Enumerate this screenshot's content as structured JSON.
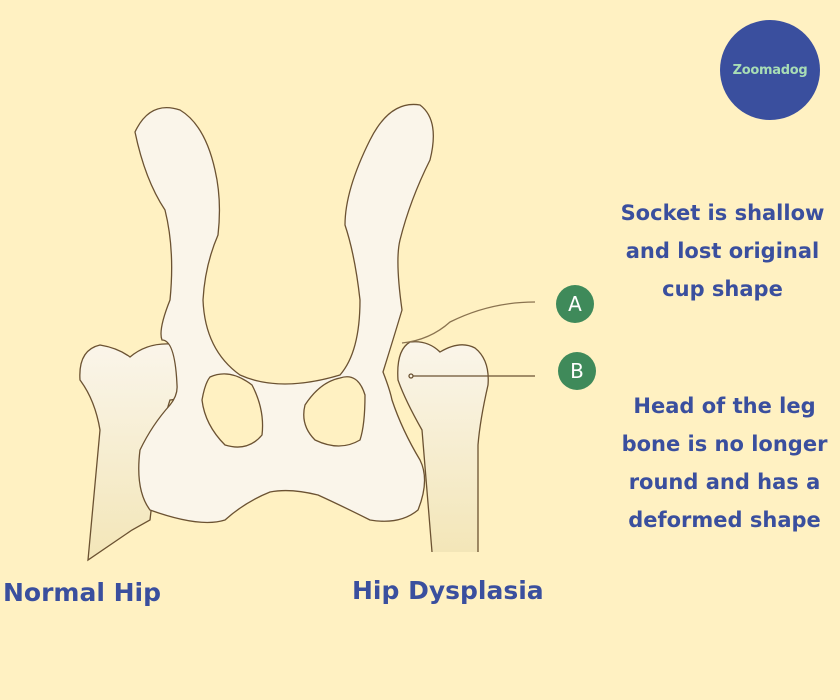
{
  "logo": {
    "text": "Zoomadog"
  },
  "labels": {
    "a": "A",
    "b": "B"
  },
  "notes": {
    "a": "Socket is shallow and lost original cup shape",
    "b": "Head of the leg bone is no longer round and has a deformed shape"
  },
  "captions": {
    "left": "Normal Hip",
    "right": "Hip Dysplasia"
  },
  "colors": {
    "background": "#fff1c2",
    "accent_blue": "#3a4f9e",
    "badge_green": "#3f8a5a",
    "logo_text": "#a8ddb5",
    "bone_fill": "#faf5ea",
    "bone_outline": "#6b5232"
  }
}
